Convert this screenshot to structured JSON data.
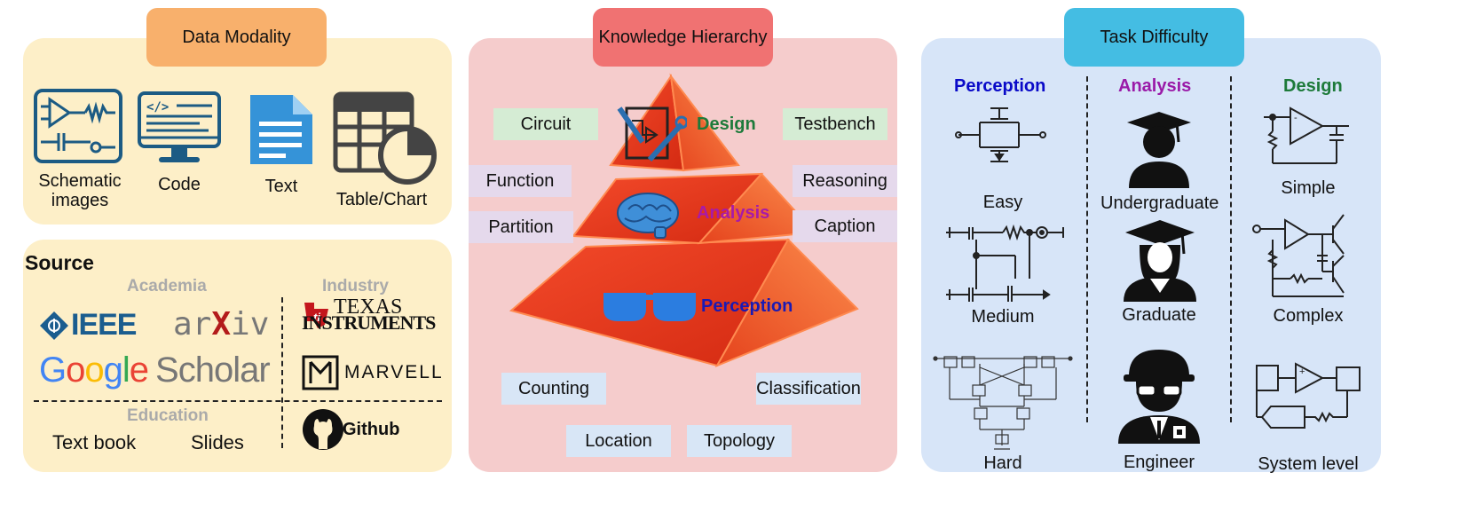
{
  "colors": {
    "cream": "#fdefc8",
    "orange": "#f8b06c",
    "pink": "#f5cccc",
    "red": "#f07272",
    "blue": "#d7e5f8",
    "cyan": "#44bde3",
    "green_tag": "#d5ecd4",
    "purple_tag": "#e5d9ec",
    "blue_tag": "#d8e6f6"
  },
  "modality": {
    "title": "Data Modality",
    "items": [
      {
        "icon": "schematic-icon",
        "label": "Schematic images"
      },
      {
        "icon": "code-monitor-icon",
        "label": "Code"
      },
      {
        "icon": "text-document-icon",
        "label": "Text"
      },
      {
        "icon": "table-chart-icon",
        "label": "Table/Chart"
      }
    ]
  },
  "source": {
    "title": "Source",
    "academia": "Academia",
    "industry": "Industry",
    "education": "Education",
    "logos": {
      "ieee": "IEEE",
      "arxiv_a": "ar",
      "arxiv_x": "X",
      "arxiv_b": "iv",
      "google": [
        "G",
        "o",
        "o",
        "g",
        "l",
        "e"
      ],
      "scholar": "Scholar",
      "ti_1": "Texas",
      "ti_2": "Instruments",
      "marvell": "MARVELL",
      "github": "Github"
    },
    "textbook": "Text book",
    "slides": "Slides"
  },
  "knowledge": {
    "title": "Knowledge Hierarchy",
    "levels": {
      "design": "Design",
      "analysis": "Analysis",
      "perception": "Perception"
    },
    "tags": {
      "circuit": "Circuit",
      "testbench": "Testbench",
      "function": "Function",
      "reasoning": "Reasoning",
      "partition": "Partition",
      "caption": "Caption",
      "counting": "Counting",
      "classification": "Classification",
      "location": "Location",
      "topology": "Topology"
    }
  },
  "task": {
    "title": "Task Difficulty",
    "columns": {
      "perception": "Perception",
      "analysis": "Analysis",
      "design": "Design"
    },
    "perception_levels": [
      "Easy",
      "Medium",
      "Hard"
    ],
    "analysis_levels": [
      "Undergraduate",
      "Graduate",
      "Engineer"
    ],
    "design_levels": [
      "Simple",
      "Complex",
      "System level"
    ],
    "heading_colors": {
      "perception": "#0a0ac8",
      "analysis": "#9a1aa8",
      "design": "#1d7a3a"
    }
  }
}
